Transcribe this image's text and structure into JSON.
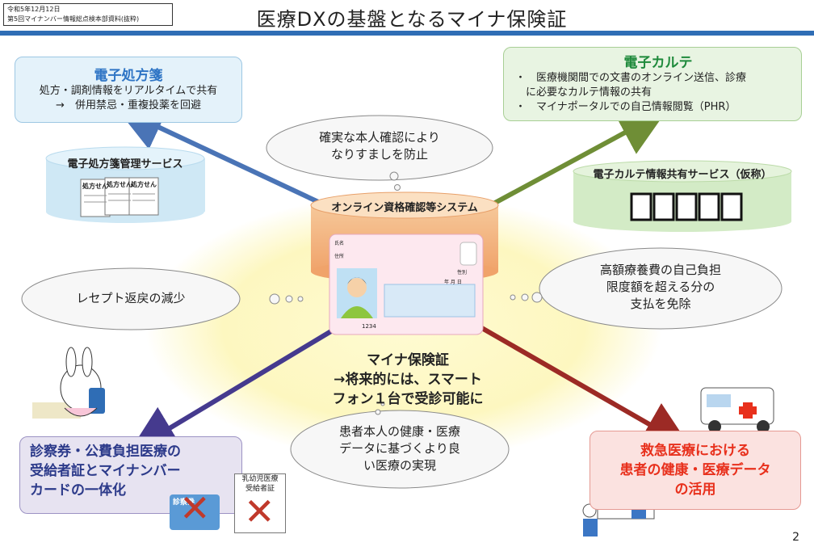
{
  "header": {
    "note_line1": "令和5年12月12日",
    "note_line2": "第5回マイナンバー情報総点検本部資料(抜粋)",
    "title": "医療DXの基盤となるマイナ保険証"
  },
  "center_system": {
    "label": "オンライン資格確認等システム"
  },
  "card": {
    "caption_line1": "マイナ保険証",
    "caption_line2": "→将来的には、スマート",
    "caption_line3": "フォン１台で受診可能に",
    "number": "1234",
    "field1": "氏名",
    "field2": "住所",
    "field3": "性別",
    "dob": "年 月 日"
  },
  "e_prescription": {
    "title": "電子処方箋",
    "line1": "処方・調剤情報をリアルタイムで共有",
    "line2": "→　併用禁忌・重複投薬を回避",
    "service_label": "電子処方箋管理サービス",
    "paper_label": "処方せん"
  },
  "e_karte": {
    "title": "電子カルテ",
    "line1": "・　医療機関間での文書のオンライン送信、診療",
    "line2": "　に必要なカルテ情報の共有",
    "line3": "・　マイナポータルでの自己情報閲覧（PHR）",
    "service_label": "電子カルテ情報共有サービス（仮称）"
  },
  "consult_card": {
    "line1": "診察券・公費負担医療の",
    "line2": "受給者証とマイナンバー",
    "line3": "カードの一体化",
    "card_label": "診察券",
    "cert_line1": "乳幼児医療",
    "cert_line2": "受給者証"
  },
  "emergency": {
    "line1": "救急医療における",
    "line2": "患者の健康・医療データ",
    "line3": "の活用"
  },
  "clouds": {
    "top_line1": "確実な本人確認により",
    "top_line2": "なりすましを防止",
    "left": "レセプト返戻の減少",
    "right_line1": "高額療養費の自己負担",
    "right_line2": "限度額を超える分の",
    "right_line3": "支払を免除",
    "bottom_line1": "患者本人の健康・医療",
    "bottom_line2": "データに基づくより良",
    "bottom_line3": "い医療の実現"
  },
  "page_number": "2",
  "colors": {
    "title_blue": "#2f6db5",
    "e_prescription_title": "#2f75c5",
    "e_karte_title": "#1f8a3c",
    "consult_title": "#2c3a8a",
    "emergency_title": "#e8301c",
    "arrow_blue": "#4a74b6",
    "arrow_green": "#6f8e36",
    "arrow_purple": "#453a8e",
    "arrow_red": "#9c2a25"
  }
}
